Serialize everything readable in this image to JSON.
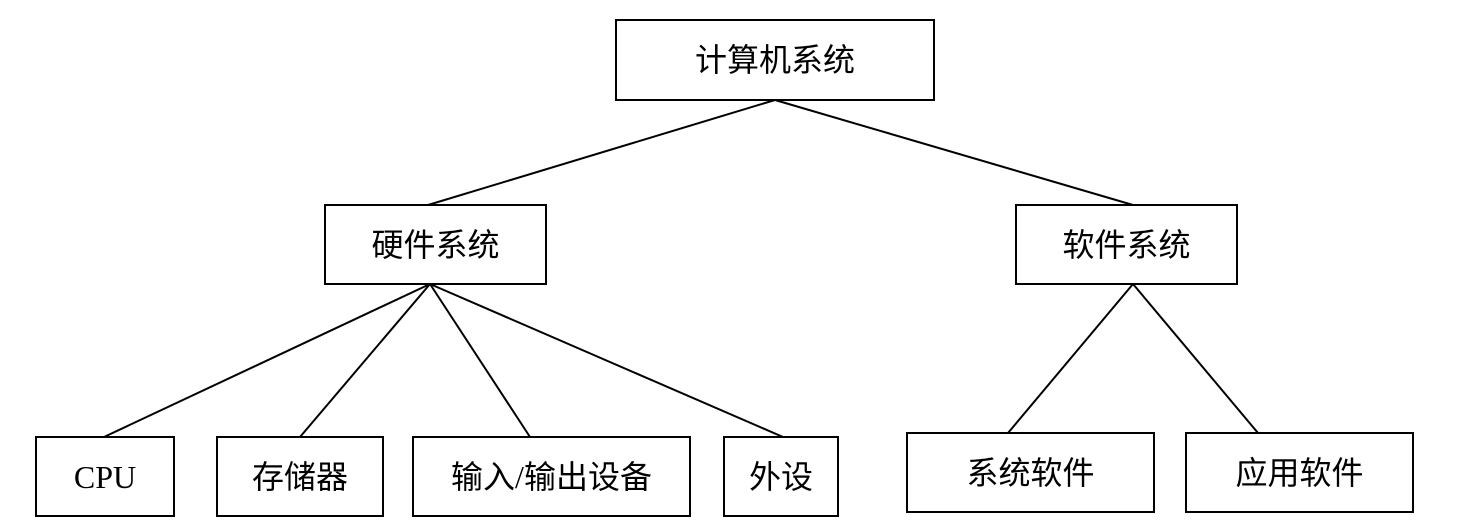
{
  "colors": {
    "line": "#000000",
    "box_border": "#000000",
    "background": "#ffffff",
    "text": "#000000"
  },
  "tree": {
    "label": "计算机系统",
    "children": [
      {
        "label": "硬件系统",
        "children": [
          {
            "label": "CPU"
          },
          {
            "label": "存储器"
          },
          {
            "label": "输入/输出设备"
          },
          {
            "label": "外设"
          }
        ]
      },
      {
        "label": "软件系统",
        "children": [
          {
            "label": "系统软件"
          },
          {
            "label": "应用软件"
          }
        ]
      }
    ]
  }
}
